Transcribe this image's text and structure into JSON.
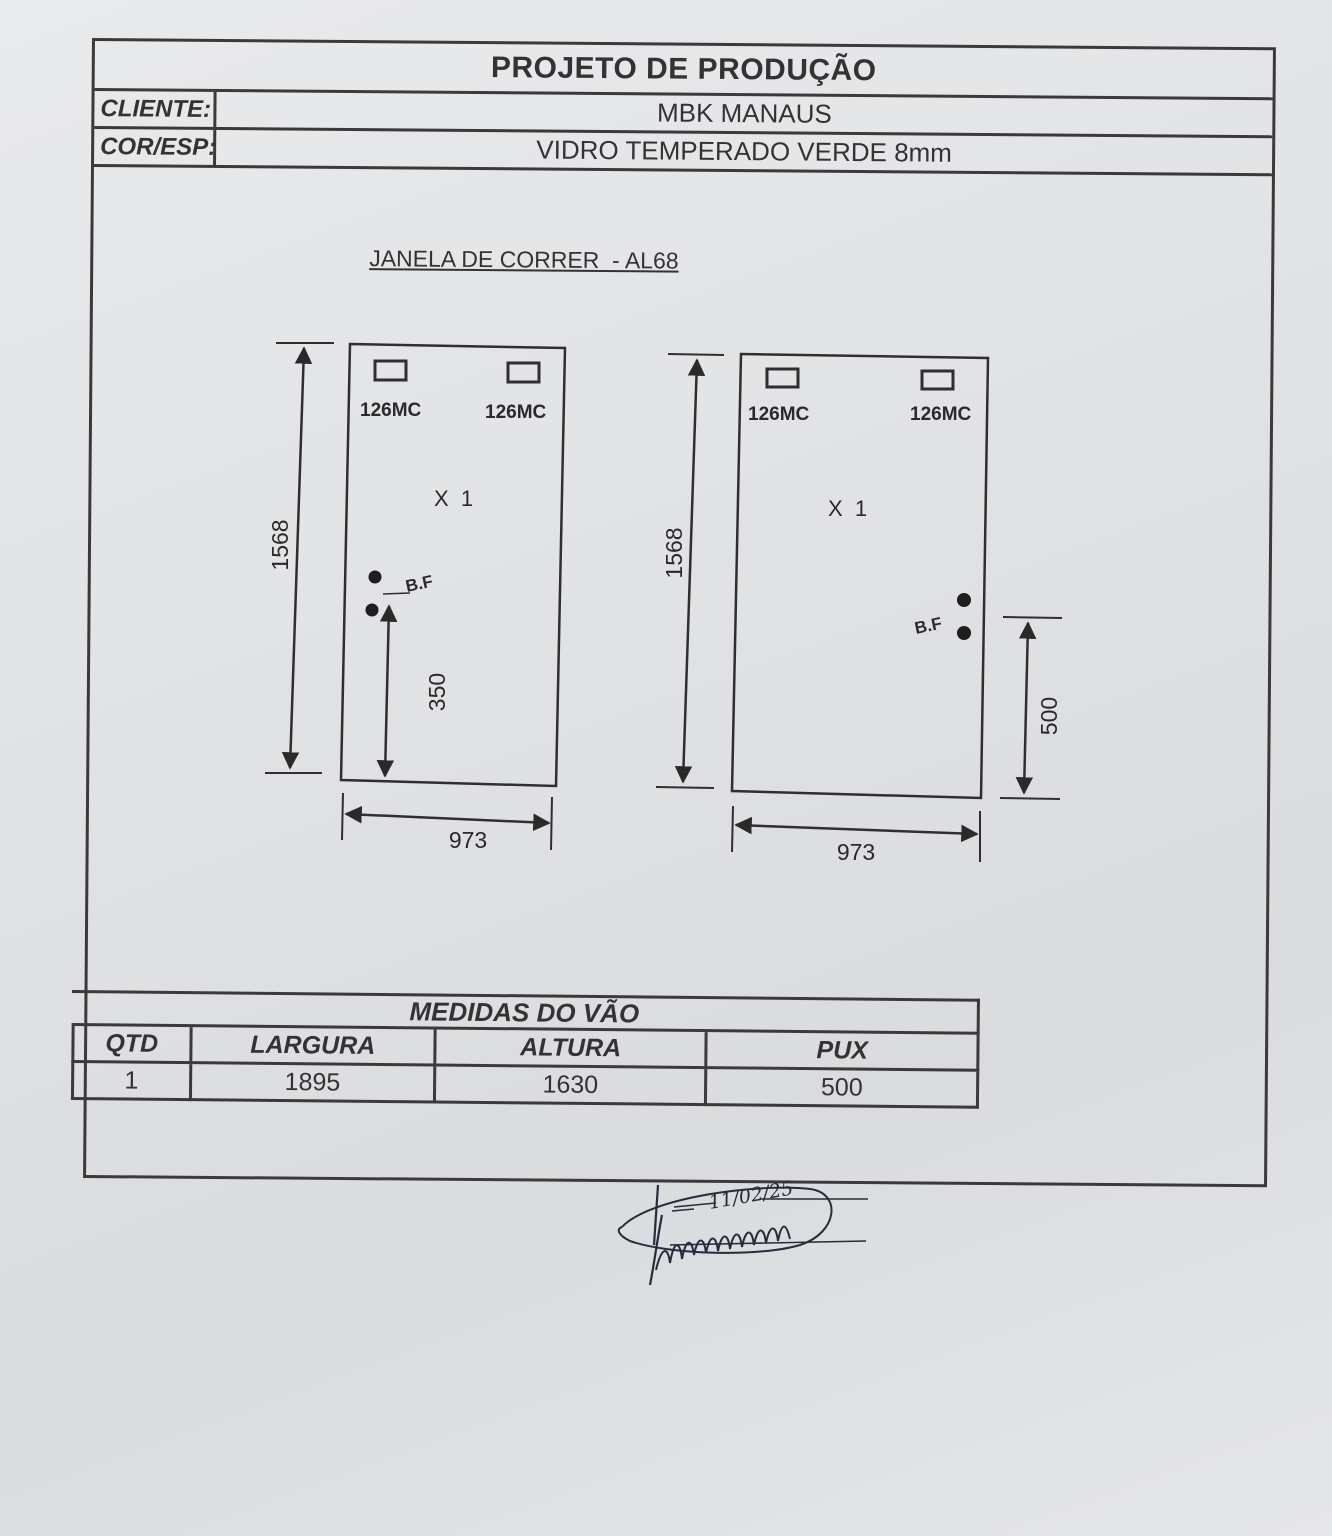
{
  "header": {
    "title": "PROJETO DE PRODUÇÃO",
    "cliente_label": "CLIENTE:",
    "cliente_value": "MBK MANAUS",
    "cor_label": "COR/ESP:",
    "cor_value": "VIDRO TEMPERADO VERDE 8mm"
  },
  "drawing": {
    "title": "JANELA DE CORRER  - AL68",
    "panels": [
      {
        "height_dim": "1568",
        "width_dim": "973",
        "notch_left_label": "126MC",
        "notch_right_label": "126MC",
        "quantity_label": "X  1",
        "hole_label": "B.F",
        "hole_offset_dim": "350"
      },
      {
        "height_dim": "1568",
        "width_dim": "973",
        "notch_left_label": "126MC",
        "notch_right_label": "126MC",
        "quantity_label": "X  1",
        "hole_label": "B.F",
        "hole_offset_dim": "500"
      }
    ]
  },
  "medidas": {
    "title": "MEDIDAS DO VÃO",
    "columns": [
      "QTD",
      "LARGURA",
      "ALTURA",
      "PUX"
    ],
    "row": [
      "1",
      "1895",
      "1630",
      "500"
    ]
  },
  "signature": {
    "date": "11/02/25"
  }
}
